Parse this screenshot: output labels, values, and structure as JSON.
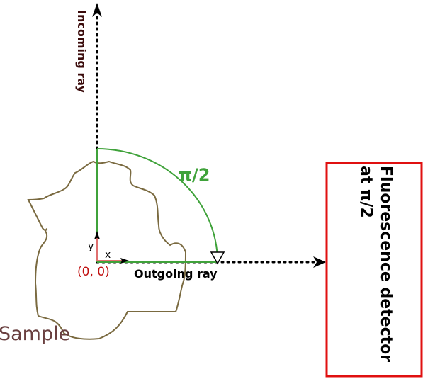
{
  "labels": {
    "incoming_ray": "Incoming ray",
    "outgoing_ray": "Outgoing ray",
    "angle": "π/2",
    "origin": "(0, 0)",
    "axis_x": "x",
    "axis_y": "y",
    "sample": "Sample",
    "detector_line1": "Fluorescence detector",
    "detector_line2": "at π/2"
  },
  "colors": {
    "ray": "#000000",
    "incoming_text": "#3a0a0a",
    "outgoing_text": "#000000",
    "angle": "#3fa23a",
    "origin_text": "#c01010",
    "axis_x": "#e07070",
    "axis_y": "#e07070",
    "sample_outline": "#7a6a40",
    "sample_text": "#6a4040",
    "detector_border": "#e01010",
    "detector_text": "#000000"
  }
}
